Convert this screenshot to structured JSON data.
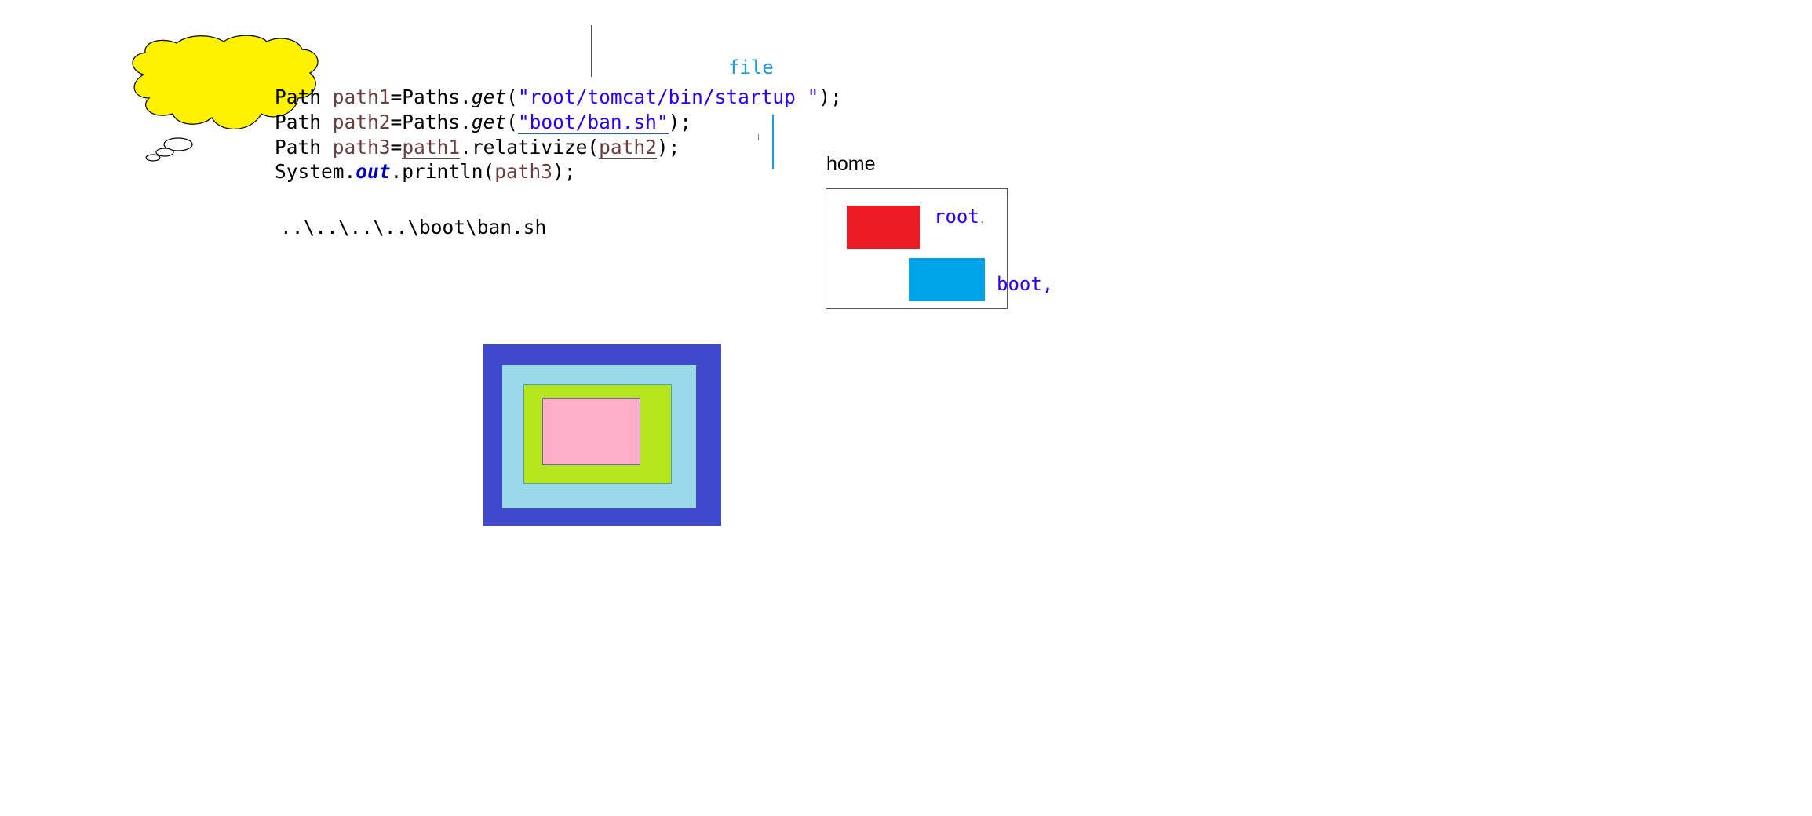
{
  "code": {
    "line1": {
      "type": "Path",
      "var": "path1",
      "assign": "=Paths.",
      "method": "get",
      "open": "(",
      "str": "\"root/tomcat/bin/startup \"",
      "close": ");"
    },
    "line2": {
      "type": "Path",
      "var": "path2",
      "assign": "=Paths.",
      "method": "get",
      "open": "(",
      "str": "\"boot/ban.sh\"",
      "close": ");"
    },
    "line3": {
      "type": "Path",
      "var": "path3",
      "eq": "=",
      "target": "path1",
      "call": ".relativize(",
      "arg": "path2",
      "close": ");"
    },
    "line4": {
      "obj": "System.",
      "field": "out",
      "call": ".println(",
      "arg": "path3",
      "close": ");"
    }
  },
  "output": "..\\..\\..\\..\\boot\\ban.sh",
  "labels": {
    "file": "file",
    "home": "home",
    "root": "root",
    "root_mark": ".",
    "boot": "boot",
    "boot_mark": ","
  },
  "colors": {
    "cloud": "#fff200",
    "red_box": "#ed1c24",
    "blue_box": "#00a2e8",
    "outer": "#3f48cc",
    "second": "#99d9ea",
    "third": "#b5e61d",
    "inner": "#ffaec9"
  }
}
